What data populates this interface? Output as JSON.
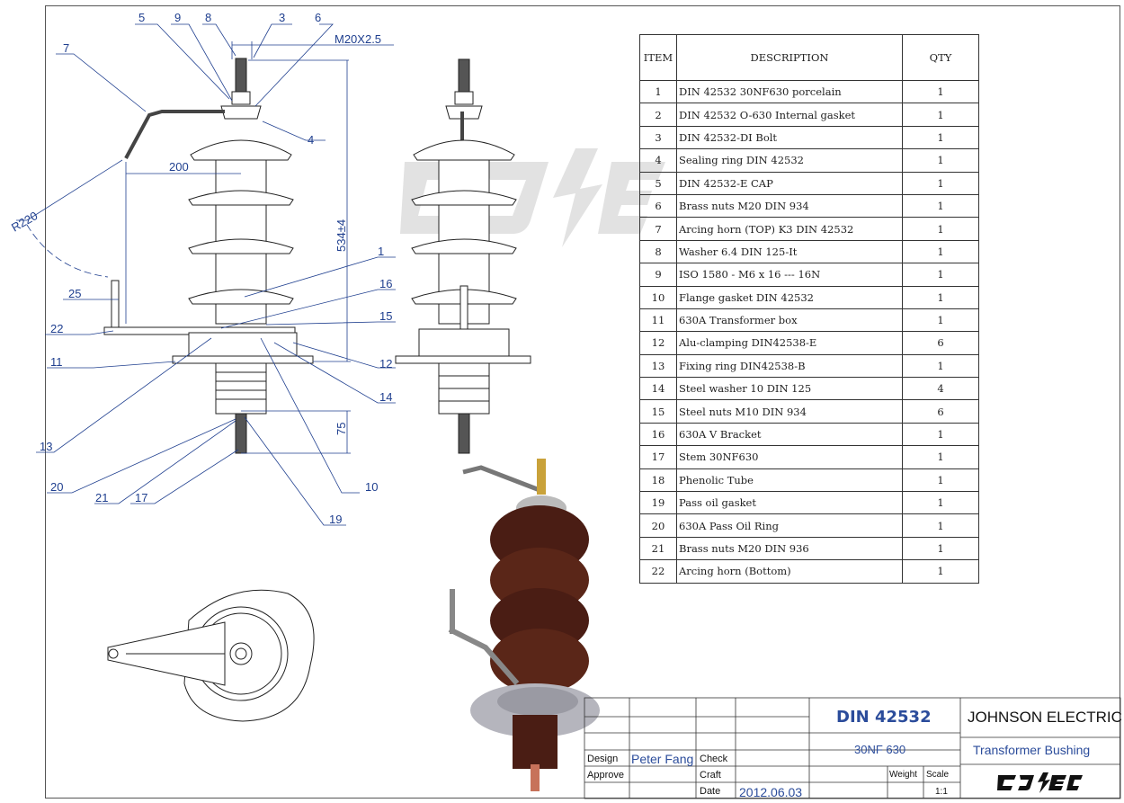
{
  "drawing": {
    "thread_callout": "M20X2.5",
    "dims": {
      "height": "534±4",
      "horn_reach": "200",
      "radius": "R220",
      "horn_offset": "25",
      "bottom_len": "75"
    },
    "balloons": [
      "5",
      "9",
      "8",
      "3",
      "6",
      "7",
      "4",
      "1",
      "16",
      "15",
      "22",
      "11",
      "12",
      "14",
      "13",
      "20",
      "21",
      "17",
      "10",
      "19"
    ]
  },
  "bom": {
    "headers": {
      "item": "ITEM",
      "description": "DESCRIPTION",
      "qty": "QTY"
    },
    "rows": [
      {
        "item": "1",
        "description": "DIN 42532 30NF630 porcelain",
        "qty": "1"
      },
      {
        "item": "2",
        "description": "DIN 42532 O-630 Internal gasket",
        "qty": "1"
      },
      {
        "item": "3",
        "description": "DIN 42532-DI Bolt",
        "qty": "1"
      },
      {
        "item": "4",
        "description": "Sealing ring DIN 42532",
        "qty": "1"
      },
      {
        "item": "5",
        "description": "DIN 42532-E CAP",
        "qty": "1"
      },
      {
        "item": "6",
        "description": "Brass nuts M20 DIN 934",
        "qty": "1"
      },
      {
        "item": "7",
        "description": "Arcing horn (TOP) K3 DIN 42532",
        "qty": "1"
      },
      {
        "item": "8",
        "description": "Washer 6.4 DIN 125-It",
        "qty": "1"
      },
      {
        "item": "9",
        "description": "ISO 1580 - M6 x 16 --- 16N",
        "qty": "1"
      },
      {
        "item": "10",
        "description": "Flange gasket DIN 42532",
        "qty": "1"
      },
      {
        "item": "11",
        "description": "630A Transformer box",
        "qty": "1"
      },
      {
        "item": "12",
        "description": "Alu-clamping DIN42538-E",
        "qty": "6"
      },
      {
        "item": "13",
        "description": "Fixing ring DIN42538-B",
        "qty": "1"
      },
      {
        "item": "14",
        "description": "Steel washer 10 DIN 125",
        "qty": "4"
      },
      {
        "item": "15",
        "description": "Steel nuts M10 DIN 934",
        "qty": "6"
      },
      {
        "item": "16",
        "description": "630A V Bracket",
        "qty": "1"
      },
      {
        "item": "17",
        "description": "Stem 30NF630",
        "qty": "1"
      },
      {
        "item": "18",
        "description": "Phenolic Tube",
        "qty": "1"
      },
      {
        "item": "19",
        "description": "Pass oil gasket",
        "qty": "1"
      },
      {
        "item": "20",
        "description": "630A Pass Oil Ring",
        "qty": "1"
      },
      {
        "item": "21",
        "description": "Brass nuts M20 DIN 936",
        "qty": "1"
      },
      {
        "item": "22",
        "description": "Arcing horn (Bottom)",
        "qty": "1"
      }
    ]
  },
  "title_block": {
    "standard": "DIN 42532",
    "company": "JOHNSON ELECTRIC",
    "model": "30NF 630",
    "product": "Transformer Bushing",
    "design_label": "Design",
    "designer": "Peter Fang",
    "check_label": "Check",
    "approve_label": "Approve",
    "craft_label": "Craft",
    "date_label": "Date",
    "date": "2012.06.03",
    "weight_label": "Weight",
    "scale_label": "Scale",
    "scale": "1:1",
    "logo": "CJ/EC"
  },
  "colors": {
    "line": "#1f3f8f",
    "porcelain": "#4a1d14",
    "brand": "#2b4c9b"
  }
}
